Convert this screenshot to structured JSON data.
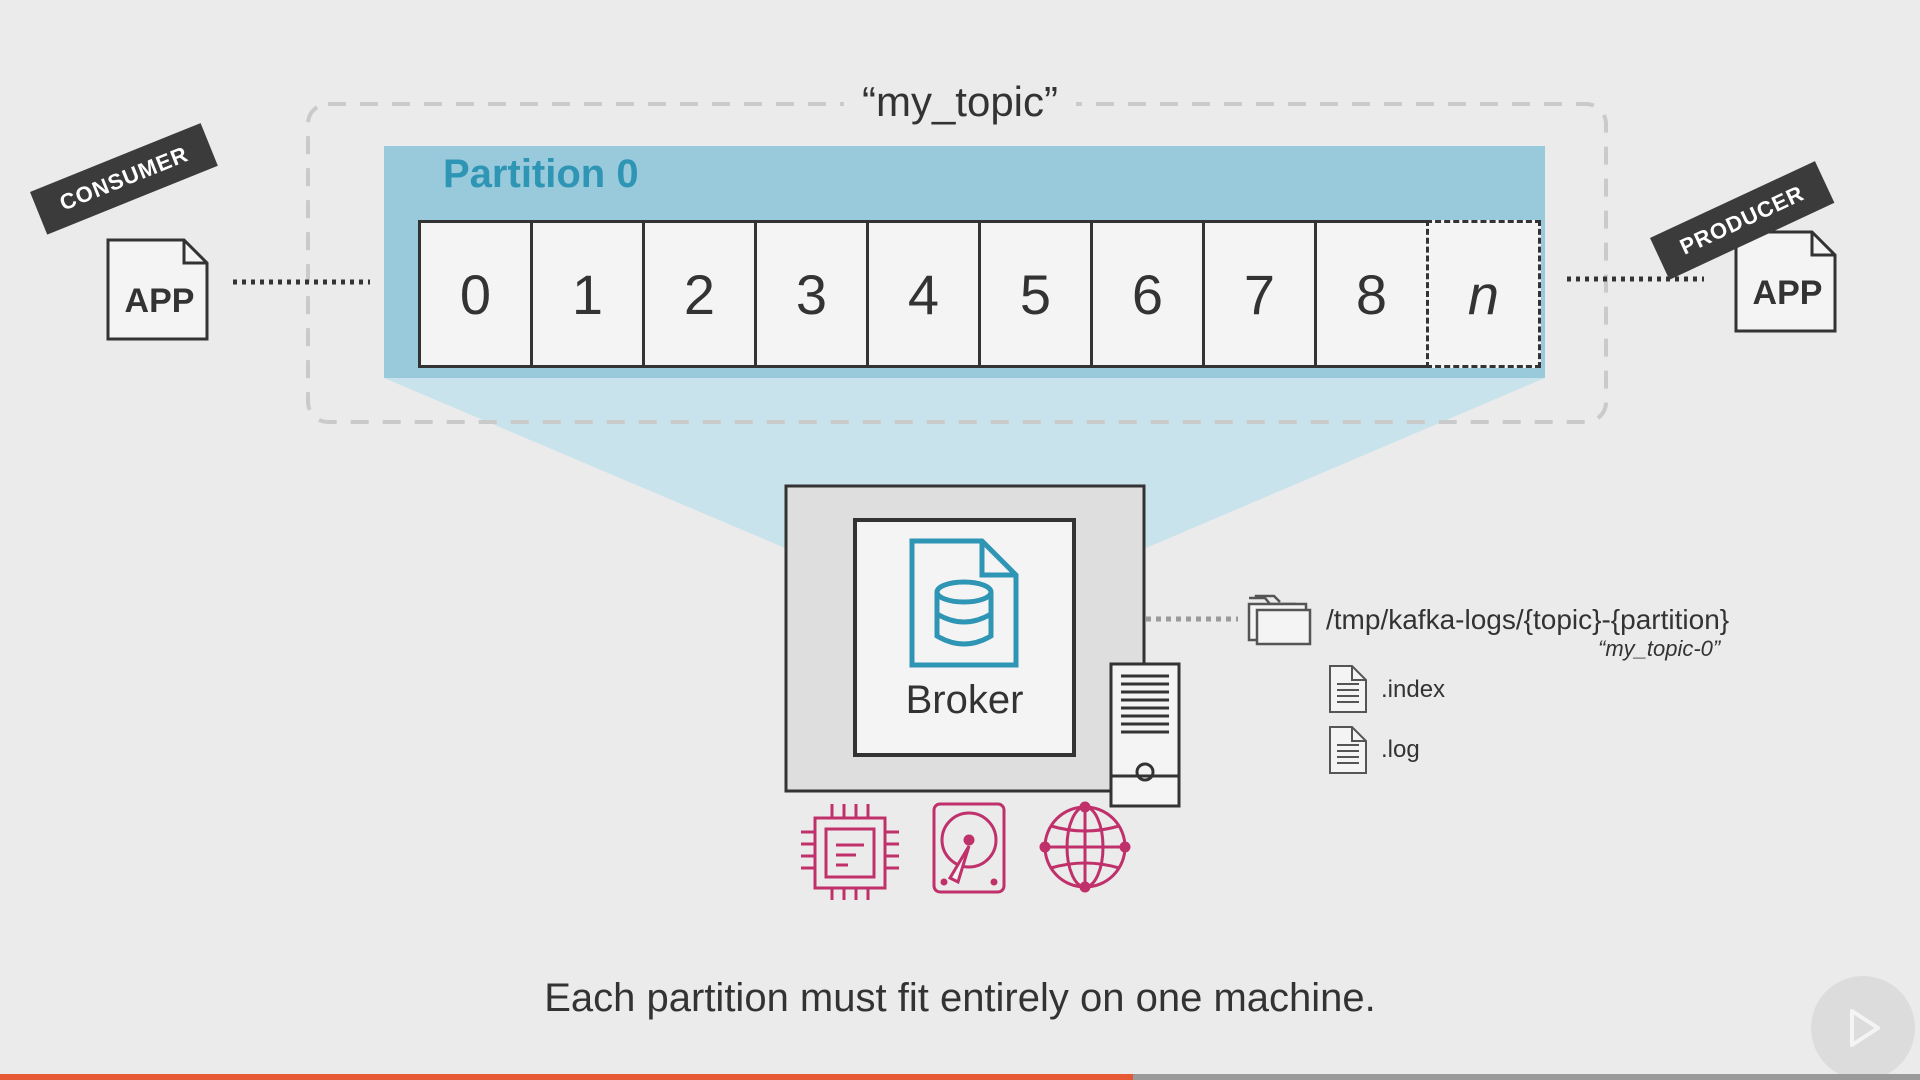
{
  "topic": {
    "title": "“my_topic”"
  },
  "partition": {
    "label": "Partition 0",
    "offsets": [
      "0",
      "1",
      "2",
      "3",
      "4",
      "5",
      "6",
      "7",
      "8"
    ],
    "next_offset": "n"
  },
  "consumer": {
    "banner": "CONSUMER",
    "app": "APP"
  },
  "producer": {
    "banner": "PRODUCER",
    "app": "APP"
  },
  "broker": {
    "label": "Broker"
  },
  "storage": {
    "path": "/tmp/kafka-logs/{topic}-{partition}",
    "example": "“my_topic-0”",
    "files": [
      ".index",
      ".log"
    ]
  },
  "resources": {
    "icons": [
      "cpu-chip-icon",
      "hard-disk-icon",
      "network-globe-icon"
    ]
  },
  "caption": "Each partition must fit entirely on one machine.",
  "player": {
    "progress_fraction": 0.59
  },
  "colors": {
    "partition_bg": "#99cadc",
    "partition_label": "#2e95b4",
    "resource_icons": "#c0306a",
    "progress": "#e55a34"
  }
}
